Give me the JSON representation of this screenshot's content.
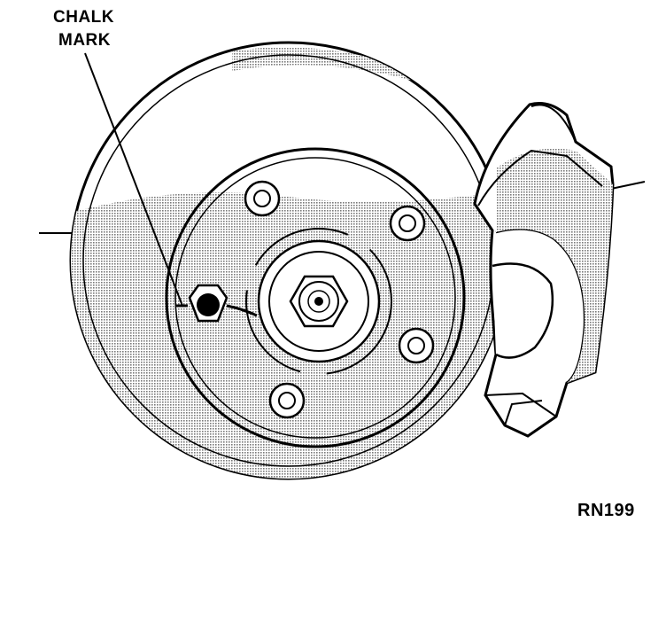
{
  "callout": {
    "line1": "CHALK",
    "line2": "MARK"
  },
  "figure_code": "RN199",
  "colors": {
    "ink": "#000000",
    "paper": "#ffffff",
    "shade": "#b0b0b0",
    "mark_fill": "#000000"
  },
  "parts": [
    "brake-rotor",
    "hub",
    "wheel-studs",
    "lug-nut",
    "brake-caliper",
    "chalk-mark"
  ]
}
